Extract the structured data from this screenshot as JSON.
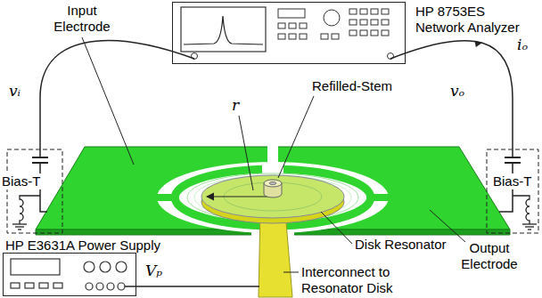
{
  "diagram": {
    "nodes": [
      {
        "text": [
          "HP 8753ES Network Analyzer"
        ]
      },
      {
        "text": [
          "HP E3631A Power Supply"
        ]
      }
    ],
    "labels": [
      "Input Electrode",
      "iₒ",
      "vᵢ",
      "vₒ",
      "r",
      "Refilled-Stem",
      "Bias-T",
      "Bias-T",
      "Disk Resonator",
      "Output Electrode",
      "Vₚ",
      "Interconnect to Resonator Disk"
    ]
  }
}
